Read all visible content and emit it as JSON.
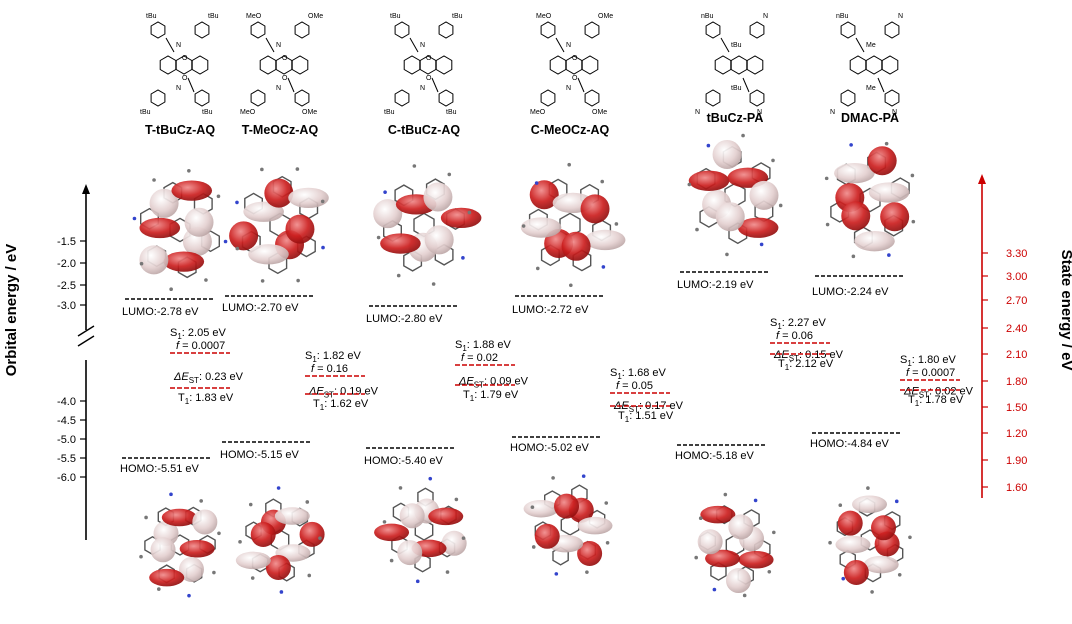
{
  "left_axis": {
    "label": "Orbital energy / eV",
    "ticks_upper": [
      "-1.5",
      "-2.0",
      "-2.5",
      "-3.0"
    ],
    "ticks_lower": [
      "-4.0",
      "-4.5",
      "-5.0",
      "-5.5",
      "-6.0"
    ]
  },
  "right_axis": {
    "label": "State energy / eV",
    "ticks": [
      "3.30",
      "3.00",
      "2.70",
      "2.40",
      "2.10",
      "1.80",
      "1.50",
      "1.20",
      "1.90",
      "1.60"
    ],
    "color": "#cc0000"
  },
  "colors": {
    "orbital_lobe": "#cc1f1f",
    "orbital_lobe_light": "#e8c9c9",
    "level_line": "#000000",
    "state_line": "#cc0000"
  },
  "molecules": [
    {
      "name": "T-tBuCz-AQ",
      "lumo": "LUMO:-2.78 eV",
      "homo": "HOMO:-5.51 eV",
      "s1": "S",
      "s1_sub": "1",
      "s1_val": ": 2.05 eV",
      "f_label": "f",
      "f_val": " = 0.0007",
      "dest_label": "ΔE",
      "dest_sub": "ST",
      "dest_val": ": 0.23 eV",
      "t1": "T",
      "t1_sub": "1",
      "t1_val": ": 1.83 eV",
      "struct_labels": [
        "tBu",
        "tBu",
        "tBu",
        "tBu",
        "N",
        "N",
        "O",
        "O"
      ]
    },
    {
      "name": "T-MeOCz-AQ",
      "lumo": "LUMO:-2.70 eV",
      "homo": "HOMO:-5.15 eV",
      "s1": "S",
      "s1_sub": "1",
      "s1_val": ": 1.82 eV",
      "f_label": "f",
      "f_val": " = 0.16",
      "dest_label": "ΔE",
      "dest_sub": "ST",
      "dest_val": ": 0.19 eV",
      "t1": "T",
      "t1_sub": "1",
      "t1_val": ": 1.62 eV",
      "struct_labels": [
        "MeO",
        "OMe",
        "MeO",
        "OMe",
        "N",
        "N",
        "O",
        "O"
      ]
    },
    {
      "name": "C-tBuCz-AQ",
      "lumo": "LUMO:-2.80 eV",
      "homo": "HOMO:-5.40 eV",
      "s1": "S",
      "s1_sub": "1",
      "s1_val": ": 1.88 eV",
      "f_label": "f",
      "f_val": " = 0.02",
      "dest_label": "ΔE",
      "dest_sub": "ST",
      "dest_val": ": 0.09 eV",
      "t1": "T",
      "t1_sub": "1",
      "t1_val": ": 1.79 eV",
      "struct_labels": [
        "tBu",
        "tBu",
        "tBu",
        "tBu",
        "N",
        "N",
        "O",
        "O"
      ]
    },
    {
      "name": "C-MeOCz-AQ",
      "lumo": "LUMO:-2.72 eV",
      "homo": "HOMO:-5.02 eV",
      "s1": "S",
      "s1_sub": "1",
      "s1_val": ": 1.68 eV",
      "f_label": "f",
      "f_val": " = 0.05",
      "dest_label": "ΔE",
      "dest_sub": "ST",
      "dest_val": ": 0.17 eV",
      "t1": "T",
      "t1_sub": "1",
      "t1_val": ": 1.51 eV",
      "struct_labels": [
        "MeO",
        "OMe",
        "MeO",
        "OMe",
        "N",
        "N",
        "O",
        "O"
      ]
    },
    {
      "name": "tBuCz-PA",
      "lumo": "LUMO:-2.19 eV",
      "homo": "HOMO:-5.18 eV",
      "s1": "S",
      "s1_sub": "1",
      "s1_val": ": 2.27 eV",
      "f_label": "f",
      "f_val": " = 0.06",
      "dest_label": "ΔE",
      "dest_sub": "ST",
      "dest_val": ": 0.15 eV",
      "t1": "T",
      "t1_sub": "1",
      "t1_val": ": 2.12 eV",
      "struct_labels": [
        "nBu",
        "N",
        "N",
        "N",
        "tBu",
        "tBu"
      ]
    },
    {
      "name": "DMAC-PA",
      "lumo": "LUMO:-2.24 eV",
      "homo": "HOMO:-4.84 eV",
      "s1": "S",
      "s1_sub": "1",
      "s1_val": ": 1.80 eV",
      "f_label": "f",
      "f_val": " = 0.0007",
      "dest_label": "ΔE",
      "dest_sub": "ST",
      "dest_val": ": 0.02 eV",
      "t1": "T",
      "t1_sub": "1",
      "t1_val": ": 1.78 eV",
      "struct_labels": [
        "nBu",
        "N",
        "N",
        "N",
        "Me",
        "Me"
      ]
    }
  ]
}
